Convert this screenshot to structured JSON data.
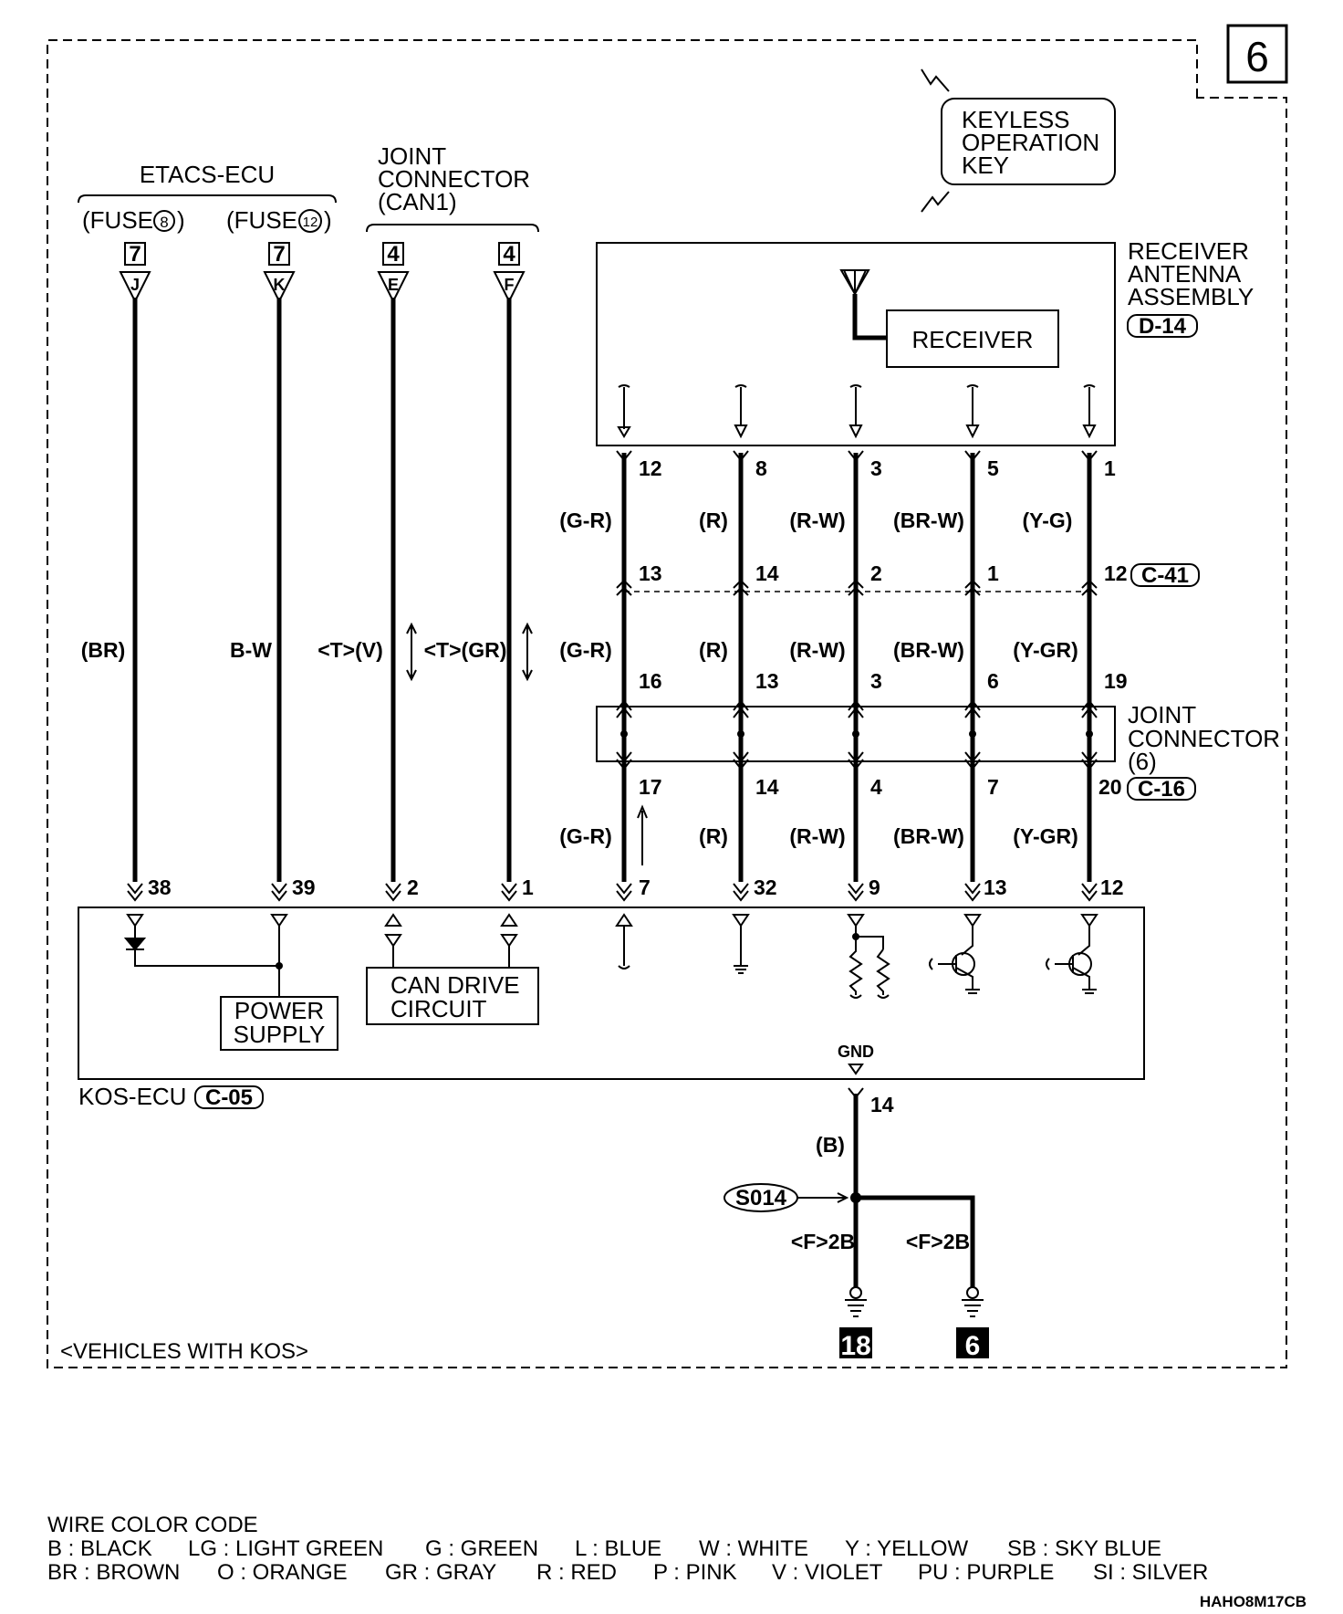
{
  "page_number": "6",
  "keyless_key": [
    "KEYLESS",
    "OPERATION",
    "KEY"
  ],
  "etacs": {
    "title": "ETACS-ECU",
    "fuse_a_prefix": "(FUSE",
    "fuse_a_num": "8",
    "fuse_a_suffix": ")",
    "fuse_b_prefix": "(FUSE",
    "fuse_b_num": "12",
    "fuse_b_suffix": ")",
    "conn_a_num": "7",
    "conn_a_letter": "J",
    "conn_b_num": "7",
    "conn_b_letter": "K"
  },
  "joint_can1": {
    "title": [
      "JOINT",
      "CONNECTOR",
      "(CAN1)"
    ],
    "conn_a_num": "4",
    "conn_a_letter": "E",
    "conn_b_num": "4",
    "conn_b_letter": "F"
  },
  "receiver_assembly": {
    "title": [
      "RECEIVER",
      "ANTENNA",
      "ASSEMBLY"
    ],
    "connector": "D-14",
    "receiver_label": "RECEIVER"
  },
  "left_wires": {
    "w1_color": "(BR)",
    "w2_color": "B-W",
    "w3_color": "<T>(V)",
    "w4_color": "<T>(GR)",
    "ecu_pin_1": "38",
    "ecu_pin_2": "39",
    "ecu_pin_3": "2",
    "ecu_pin_4": "1"
  },
  "receiver_wires": {
    "top_pins": [
      "12",
      "8",
      "3",
      "5",
      "1"
    ],
    "colors_upper": [
      "(G-R)",
      "(R)",
      "(R-W)",
      "(BR-W)",
      "(Y-G)"
    ],
    "c41_pins": [
      "13",
      "14",
      "2",
      "1",
      "12"
    ],
    "c41_connector": "C-41",
    "colors_middle": [
      "(G-R)",
      "(R)",
      "(R-W)",
      "(BR-W)",
      "(Y-GR)"
    ],
    "joint6_top_pins": [
      "16",
      "13",
      "3",
      "6",
      "19"
    ],
    "joint6_bottom_pins": [
      "17",
      "14",
      "4",
      "7",
      "20"
    ],
    "c16_connector": "C-16",
    "colors_lower": [
      "(G-R)",
      "(R)",
      "(R-W)",
      "(BR-W)",
      "(Y-GR)"
    ],
    "ecu_pins": [
      "7",
      "32",
      "9",
      "13",
      "12"
    ]
  },
  "joint6": {
    "title": [
      "JOINT",
      "CONNECTOR",
      "(6)"
    ]
  },
  "kos_ecu": {
    "name": "KOS-ECU",
    "connector": "C-05",
    "power_supply": [
      "POWER",
      "SUPPLY"
    ],
    "can_drive": [
      "CAN DRIVE",
      "CIRCUIT"
    ],
    "gnd_label": "GND"
  },
  "ground": {
    "pin": "14",
    "wire_color": "(B)",
    "splice": "S014",
    "left_label": "<F>2B",
    "right_label": "<F>2B",
    "ground_point_a": "18",
    "ground_point_b": "6"
  },
  "vehicles_note": "<VEHICLES WITH KOS>",
  "color_code": {
    "title": "WIRE COLOR CODE",
    "row1": [
      "B : BLACK",
      "LG : LIGHT GREEN",
      "G : GREEN",
      "L : BLUE",
      "W : WHITE",
      "Y : YELLOW",
      "SB : SKY BLUE"
    ],
    "row2": [
      "BR : BROWN",
      "O : ORANGE",
      "GR : GRAY",
      "R : RED",
      "P : PINK",
      "V : VIOLET",
      "PU : PURPLE",
      "SI : SILVER"
    ]
  },
  "figure_code": "HAHO8M17CB"
}
